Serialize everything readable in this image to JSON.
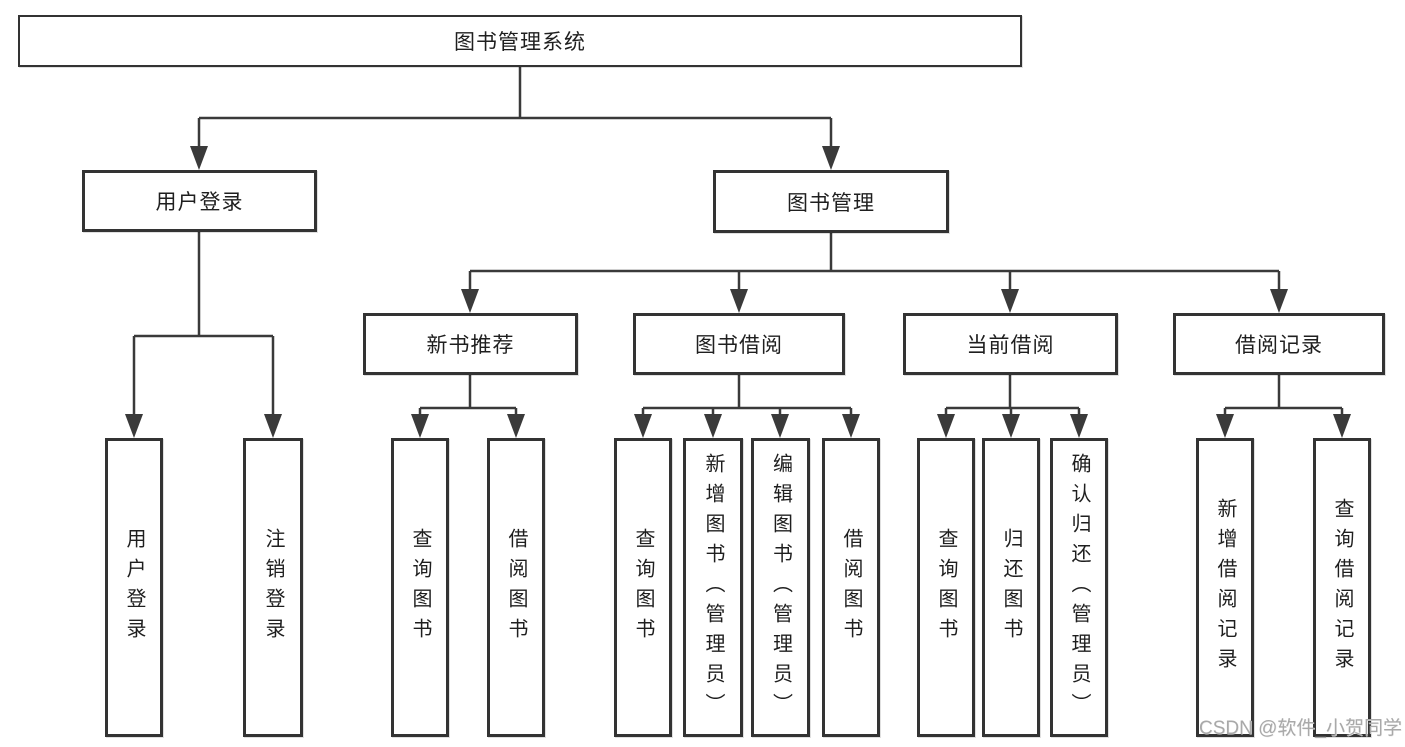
{
  "root": {
    "label": "图书管理系统"
  },
  "level2": [
    {
      "label": "用户登录"
    },
    {
      "label": "图书管理"
    }
  ],
  "level3": [
    {
      "label": "新书推荐",
      "parent": "图书管理"
    },
    {
      "label": "图书借阅",
      "parent": "图书管理"
    },
    {
      "label": "当前借阅",
      "parent": "图书管理"
    },
    {
      "label": "借阅记录",
      "parent": "图书管理"
    }
  ],
  "leaves": [
    {
      "label": "用户登录",
      "parent": "用户登录"
    },
    {
      "label": "注销登录",
      "parent": "用户登录"
    },
    {
      "label": "查询图书",
      "parent": "新书推荐"
    },
    {
      "label": "借阅图书",
      "parent": "新书推荐"
    },
    {
      "label": "查询图书",
      "parent": "图书借阅"
    },
    {
      "label": "新增图书（管理员）",
      "parent": "图书借阅"
    },
    {
      "label": "编辑图书（管理员）",
      "parent": "图书借阅"
    },
    {
      "label": "借阅图书",
      "parent": "图书借阅"
    },
    {
      "label": "查询图书",
      "parent": "当前借阅"
    },
    {
      "label": "归还图书",
      "parent": "当前借阅"
    },
    {
      "label": "确认归还（管理员）",
      "parent": "当前借阅"
    },
    {
      "label": "新增借阅记录",
      "parent": "借阅记录"
    },
    {
      "label": "查询借阅记录",
      "parent": "借阅记录"
    }
  ],
  "watermark": {
    "text": "CSDN @软件_小贺同学"
  },
  "colors": {
    "line": "#3a3a3a",
    "box_border": "#333333",
    "text": "#1f1f1f",
    "background": "#ffffff",
    "watermark": "#a9a9a9"
  }
}
